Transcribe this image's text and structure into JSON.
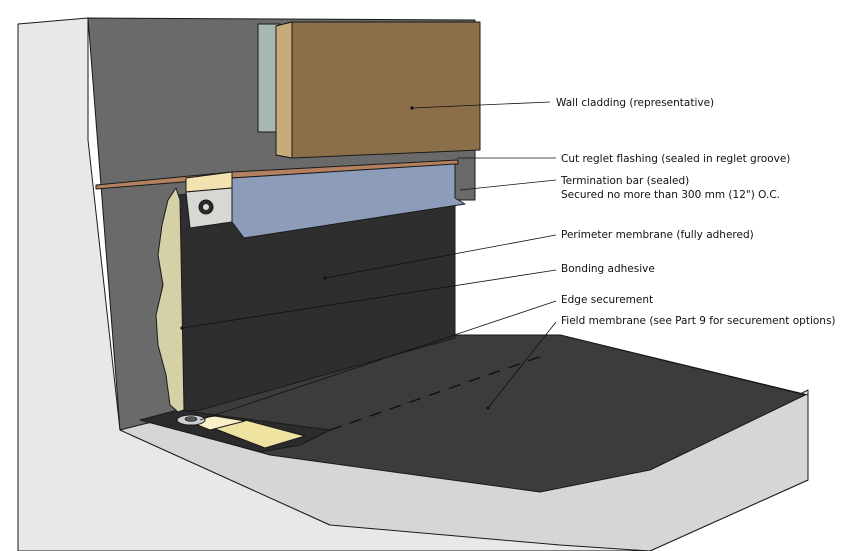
{
  "colors": {
    "wall_face": "#e6e6e6",
    "wall_inner": "#5e5e5e",
    "cladding": "#8a6e46",
    "cladding_edge": "#c9ad7c",
    "reglet_flashing": "#b07a5a",
    "termination_bar": "#8f9fbc",
    "perimeter_membrane": "#2f2f2f",
    "bonding_adhesive": "#d3d1a8",
    "edge_securement": "#f2e6a8",
    "field_membrane": "#3a3a3a",
    "substrate": "#d8d8d8"
  },
  "callouts": [
    {
      "id": "wall-cladding",
      "label": "Wall cladding (representative)"
    },
    {
      "id": "cut-reglet-flashing",
      "label": "Cut reglet flashing (sealed in reglet groove)"
    },
    {
      "id": "termination-bar",
      "label": "Termination bar (sealed)",
      "sublabel": "Secured no more than 300 mm (12\") O.C."
    },
    {
      "id": "perimeter-membrane",
      "label": "Perimeter membrane (fully adhered)"
    },
    {
      "id": "bonding-adhesive",
      "label": "Bonding adhesive"
    },
    {
      "id": "edge-securement",
      "label": "Edge securement"
    },
    {
      "id": "field-membrane",
      "label": "Field membrane (see Part 9 for securement options)"
    }
  ]
}
